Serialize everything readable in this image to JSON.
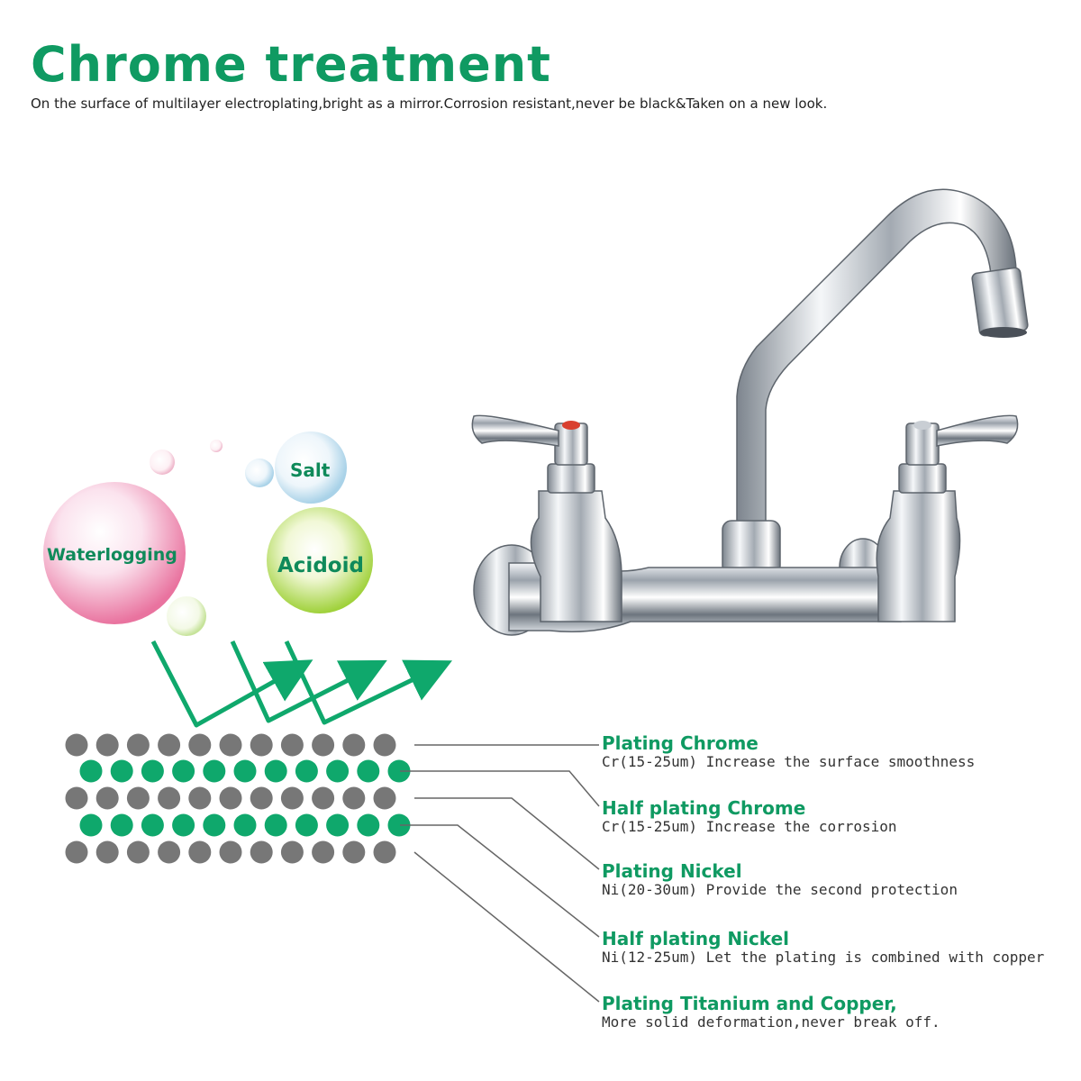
{
  "header": {
    "title": "Chrome treatment",
    "subtitle": "On the surface of multilayer electroplating,bright as a mirror.Corrosion resistant,never be black&Taken on a new look."
  },
  "bubbles": {
    "waterlogging": "Waterlogging",
    "salt": "Salt",
    "acidoid": "Acidoid"
  },
  "layers": [
    {
      "name": "Plating Chrome",
      "desc": "Cr(15-25um) Increase the surface smoothness"
    },
    {
      "name": "Half plating Chrome",
      "desc": "Cr(15-25um) Increase the corrosion"
    },
    {
      "name": "Plating Nickel",
      "desc": "Ni(20-30um) Provide the second protection"
    },
    {
      "name": "Half plating Nickel",
      "desc": "Ni(12-25um) Let the plating is combined with copper"
    },
    {
      "name": "Plating Titanium and Copper,",
      "desc": "More solid deformation,never break off."
    }
  ],
  "colors": {
    "accent_green": "#0f9a62",
    "dot_gray": "#777777",
    "dot_green": "#0fa86c"
  }
}
